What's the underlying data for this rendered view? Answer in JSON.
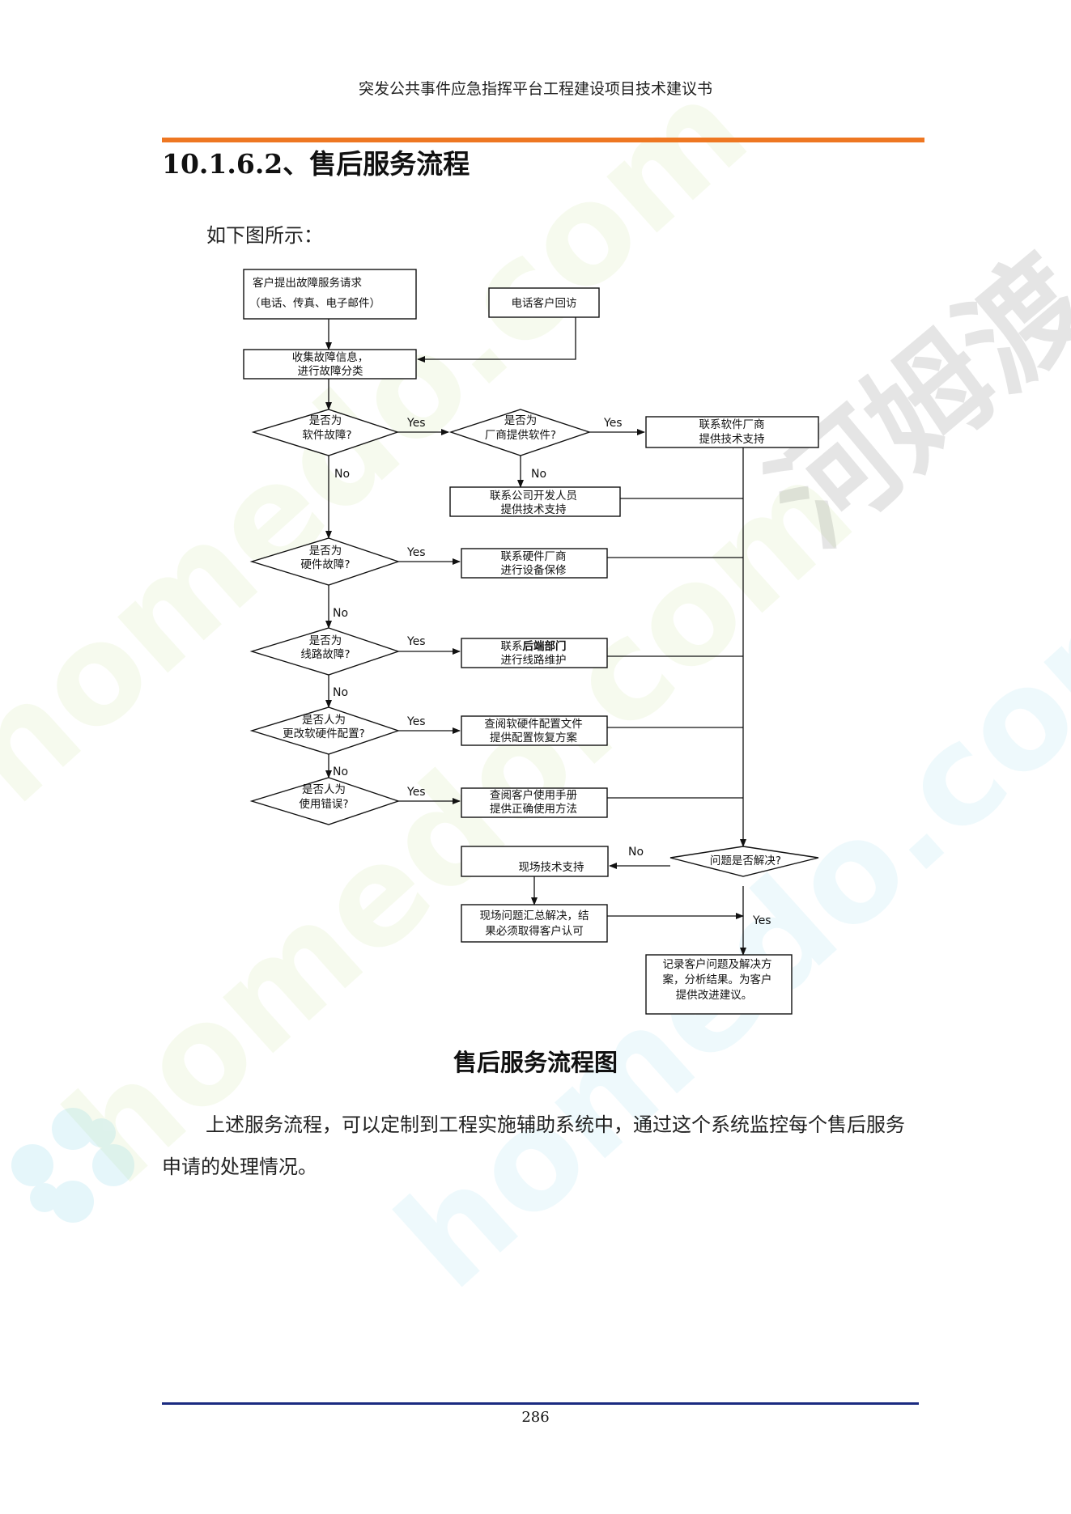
{
  "header": {
    "running_title": "突发公共事件应急指挥平台工程建设项目技术建议书"
  },
  "section": {
    "title": "10.1.6.2、售后服务流程",
    "intro": "如下图所示："
  },
  "flowchart": {
    "request": [
      "客户提出故障服务请求",
      "（电话、传真、电子邮件）"
    ],
    "callback": "电话客户回访",
    "collect": [
      "收集故障信息，",
      "进行故障分类"
    ],
    "d_software": [
      "是否为",
      "软件故障?"
    ],
    "d_vendor_sw": [
      "是否为",
      "厂商提供软件?"
    ],
    "sw_vendor": [
      "联系软件厂商",
      "提供技术支持"
    ],
    "dev_team": [
      "联系公司开发人员",
      "提供技术支持"
    ],
    "d_hardware": [
      "是否为",
      "硬件故障?"
    ],
    "hw_vendor": [
      "联系硬件厂商",
      "进行设备保修"
    ],
    "d_line": [
      "是否为",
      "线路故障?"
    ],
    "backend_pre": "联系",
    "backend_bold": "后端部门",
    "line_repair": "进行线路维护",
    "d_config": [
      "是否人为",
      "更改软硬件配置?"
    ],
    "config_fix": [
      "查阅软硬件配置文件",
      "提供配置恢复方案"
    ],
    "d_usage": [
      "是否人为",
      "使用错误?"
    ],
    "manual": [
      "查阅客户使用手册",
      "提供正确使用方法"
    ],
    "d_resolved": "问题是否解决?",
    "onsite": "现场技术支持",
    "onsite_summary": [
      "现场问题汇总解决，结",
      "果必须取得客户认可"
    ],
    "record": [
      "记录客户问题及解决方",
      "案，分析结果。为客户",
      "提供改进建议。"
    ],
    "yes": "Yes",
    "no": "No"
  },
  "caption": "售后服务流程图",
  "body": {
    "paragraph": "上述服务流程，可以定制到工程实施辅助系统中，通过这个系统监控每个售后服务申请的处理情况。"
  },
  "footer": {
    "page_number": "286"
  },
  "watermark": {
    "text_cn": "河姆渡",
    "text_en": "homedo.com"
  },
  "colors": {
    "header_rule": "#ee7722",
    "footer_rule": "#1a2a80"
  }
}
